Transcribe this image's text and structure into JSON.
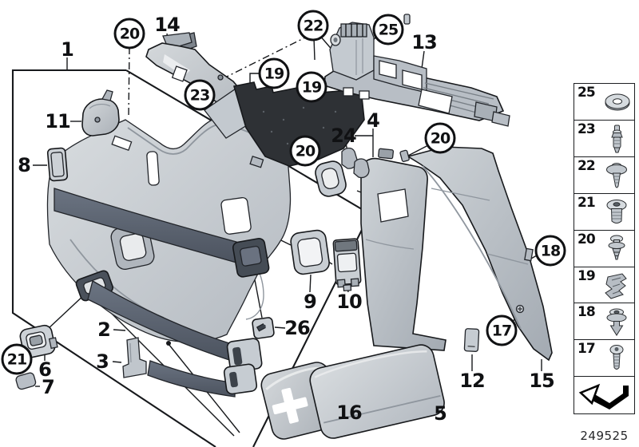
{
  "diagram": {
    "description": "Trunk trim panel parts diagram",
    "drawing_number": "249525",
    "callouts": [
      {
        "label": "1",
        "circled": false
      },
      {
        "label": "2",
        "circled": false
      },
      {
        "label": "3",
        "circled": false
      },
      {
        "label": "4",
        "circled": false
      },
      {
        "label": "5",
        "circled": false
      },
      {
        "label": "6",
        "circled": false
      },
      {
        "label": "7",
        "circled": false
      },
      {
        "label": "8",
        "circled": false
      },
      {
        "label": "9",
        "circled": false
      },
      {
        "label": "10",
        "circled": false
      },
      {
        "label": "11",
        "circled": false
      },
      {
        "label": "12",
        "circled": false
      },
      {
        "label": "13",
        "circled": false
      },
      {
        "label": "14",
        "circled": false
      },
      {
        "label": "15",
        "circled": false
      },
      {
        "label": "16",
        "circled": false
      },
      {
        "label": "24",
        "circled": false
      },
      {
        "label": "26",
        "circled": false
      },
      {
        "label": "17",
        "circled": true
      },
      {
        "label": "18",
        "circled": true
      },
      {
        "label": "19",
        "circled": true
      },
      {
        "label": "19",
        "circled": true
      },
      {
        "label": "20",
        "circled": true
      },
      {
        "label": "20",
        "circled": true
      },
      {
        "label": "20",
        "circled": true
      },
      {
        "label": "21",
        "circled": true
      },
      {
        "label": "22",
        "circled": true
      },
      {
        "label": "23",
        "circled": true
      },
      {
        "label": "25",
        "circled": true
      }
    ],
    "legend": {
      "items": [
        {
          "label": "25",
          "icon": "washer-icon"
        },
        {
          "label": "23",
          "icon": "expansion-rivet-icon"
        },
        {
          "label": "22",
          "icon": "screw-with-washer-icon"
        },
        {
          "label": "21",
          "icon": "countersunk-screw-icon"
        },
        {
          "label": "20",
          "icon": "plastic-rivet-icon"
        },
        {
          "label": "19",
          "icon": "sheet-metal-clip-icon"
        },
        {
          "label": "18",
          "icon": "expanding-rivet-icon"
        },
        {
          "label": "17",
          "icon": "torx-screw-icon"
        }
      ],
      "direction_symbol": "direction-arrow-icon"
    },
    "colors": {
      "background": "#ffffff",
      "outline": "#17191c",
      "part_light": "#d2d6da",
      "part_mid": "#b8bec5",
      "part_dark": "#8f969e",
      "strap": "#5d6673",
      "insulation_dark": "#2e3135"
    }
  }
}
